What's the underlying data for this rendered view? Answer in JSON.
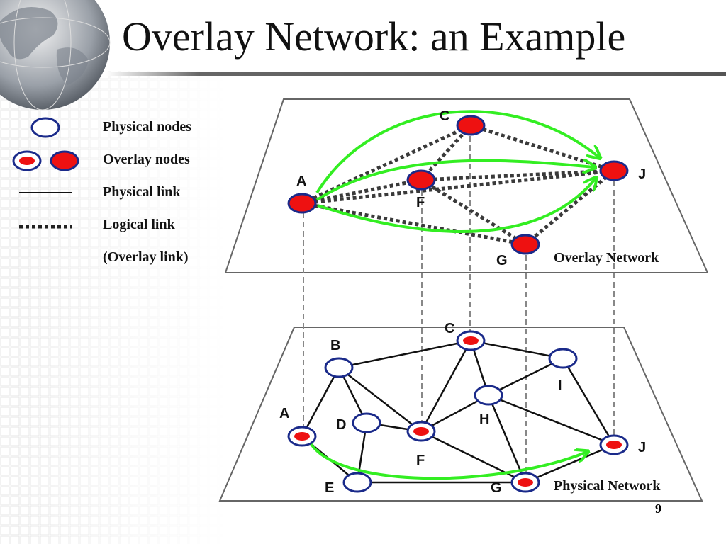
{
  "slide": {
    "title": "Overlay Network: an Example",
    "page_number": "9"
  },
  "legend": {
    "physical_nodes": "Physical nodes",
    "overlay_nodes": "Overlay nodes",
    "physical_link": "Physical link",
    "logical_link": "Logical link",
    "overlay_link": "(Overlay link)"
  },
  "overlay_network": {
    "label": "Overlay Network",
    "nodes": [
      "A",
      "C",
      "F",
      "G",
      "J"
    ]
  },
  "physical_network": {
    "label": "Physical Network",
    "nodes": [
      "A",
      "B",
      "C",
      "D",
      "E",
      "F",
      "G",
      "H",
      "I",
      "J"
    ]
  },
  "colors": {
    "overlay_node_fill": "#ee1111",
    "node_outline": "#1a2a8a",
    "route_arrow": "#33ee22",
    "logical_link": "#3a3a3a",
    "drop_line": "#888888"
  }
}
